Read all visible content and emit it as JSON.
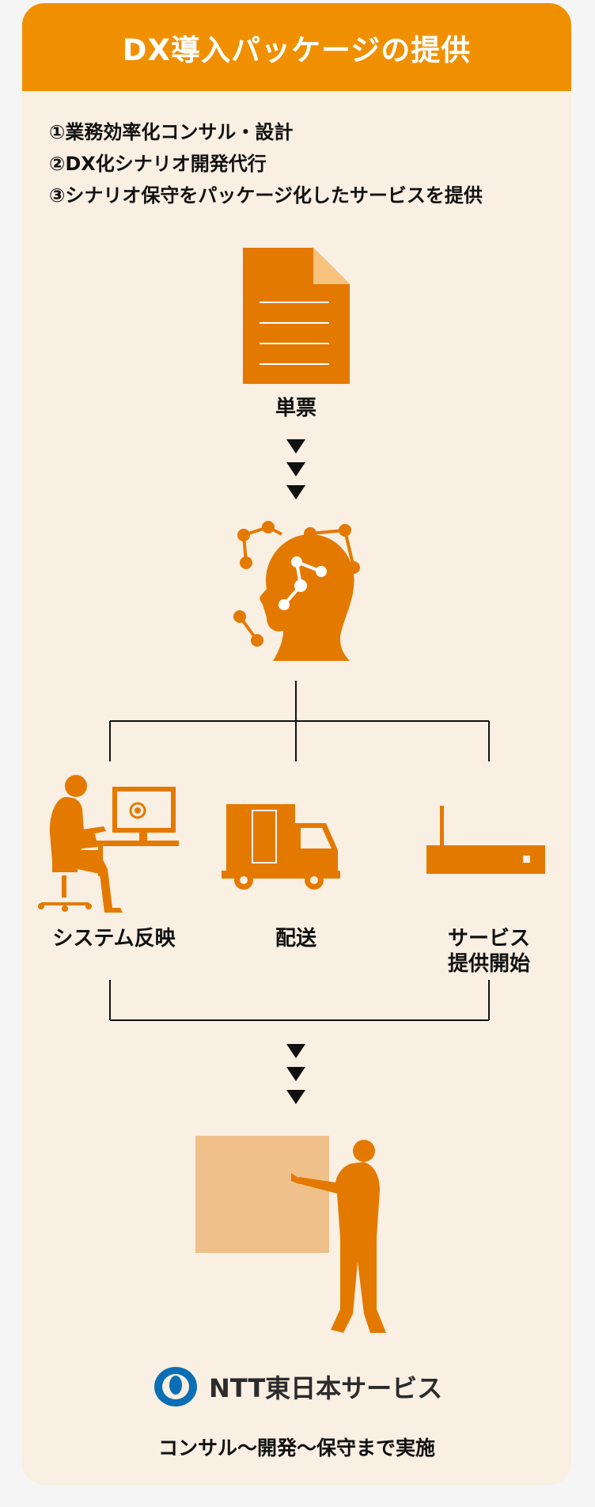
{
  "header": {
    "title": "DX導入パッケージの提供"
  },
  "intro": {
    "items": [
      "①業務効率化コンサル・設計",
      "②DX化シナリオ開発代行",
      "③シナリオ保守をパッケージ化したサービスを提供"
    ]
  },
  "nodes": {
    "document": "単票",
    "system": "システム反映",
    "delivery": "配送",
    "service_line1": "サービス",
    "service_line2": "提供開始"
  },
  "footer": {
    "brand": "NTT東日本サービス",
    "caption": "コンサル〜開発〜保守まで実施"
  },
  "colors": {
    "header": "#f09000",
    "icon": "#e47900",
    "board": "#f0c08a",
    "background": "#f9efe2",
    "logo_blue": "#0a6fb5"
  },
  "icons": [
    "document-icon",
    "ai-head-icon",
    "computer-worker-icon",
    "truck-icon",
    "router-icon",
    "presenter-icon",
    "ntt-logo-icon"
  ]
}
